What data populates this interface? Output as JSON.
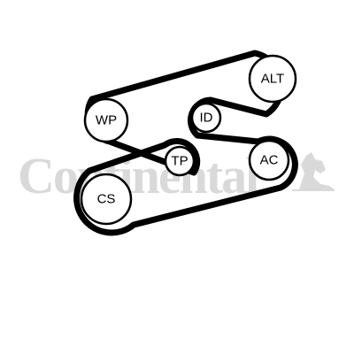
{
  "watermark": {
    "brand": "Continental",
    "color": "#d9d9d9"
  },
  "belt": {
    "color": "#000000"
  },
  "pulleys": {
    "alt": {
      "label": "ALT"
    },
    "wp": {
      "label": "WP"
    },
    "id": {
      "label": "ID"
    },
    "tp": {
      "label": "TP"
    },
    "ac": {
      "label": "AC"
    },
    "cs": {
      "label": "CS"
    }
  }
}
